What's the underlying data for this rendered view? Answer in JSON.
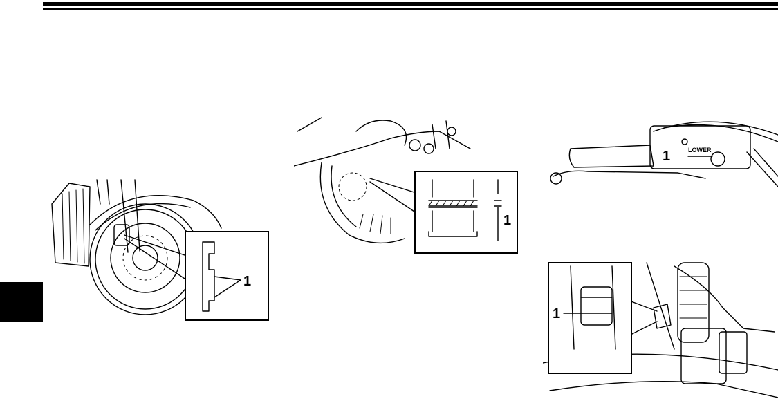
{
  "figure1": {
    "callout": "1"
  },
  "figure2": {
    "callout": "1"
  },
  "figure3": {
    "callout": "1",
    "label": "LOWER"
  },
  "figure4": {
    "callout": "1"
  }
}
